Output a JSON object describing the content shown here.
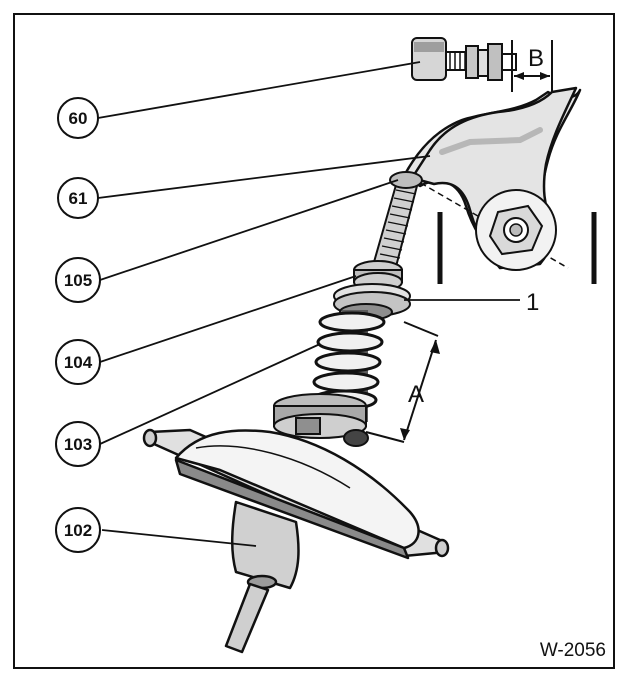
{
  "figure_id": "W-2056",
  "callouts": [
    {
      "id": "60"
    },
    {
      "id": "61"
    },
    {
      "id": "105"
    },
    {
      "id": "104"
    },
    {
      "id": "103"
    },
    {
      "id": "102"
    }
  ],
  "labels": {
    "part_1": "1",
    "dim_a": "A",
    "dim_b": "B"
  }
}
